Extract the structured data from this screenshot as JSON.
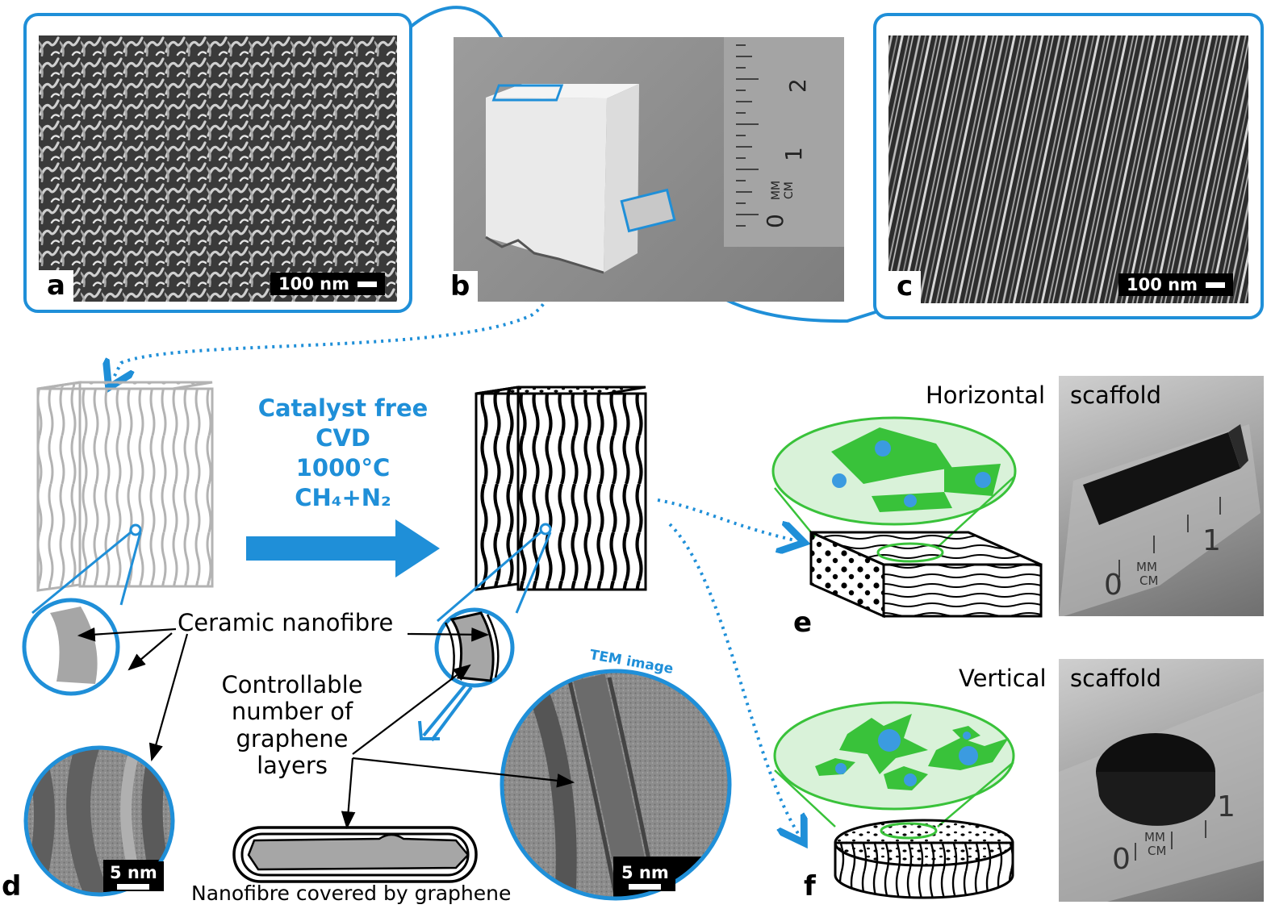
{
  "panels": {
    "a": {
      "letter": "a",
      "scale": "100 nm"
    },
    "b": {
      "letter": "b",
      "ruler_labels": [
        "0",
        "1",
        "2"
      ],
      "ruler_units": [
        "MM",
        "CM"
      ]
    },
    "c": {
      "letter": "c",
      "scale": "100 nm"
    },
    "d": {
      "letter": "d",
      "scale_left": "5 nm",
      "scale_right": "5 nm",
      "tem_label": "TEM image"
    },
    "e": {
      "letter": "e",
      "orientation": "Horizontal",
      "scaffold": "scaffold",
      "ruler_labels": [
        "0",
        "1"
      ],
      "ruler_units": [
        "MM",
        "CM"
      ]
    },
    "f": {
      "letter": "f",
      "orientation": "Vertical",
      "scaffold": "scaffold",
      "ruler_labels": [
        "0",
        "1"
      ],
      "ruler_units": [
        "MM",
        "CM"
      ]
    }
  },
  "process": {
    "line1": "Catalyst free",
    "line2": "CVD",
    "line3": "1000°C",
    "line4": "CH₄+N₂"
  },
  "labels": {
    "ceramic": "Ceramic nanofibre",
    "controllable": [
      "Controllable",
      "number of",
      "graphene",
      "layers"
    ],
    "covered": "Nanofibre covered by graphene"
  },
  "colors": {
    "accent": "#1f8fd8",
    "cell_green": "#39c23a",
    "nucleus": "#3b9be0"
  }
}
